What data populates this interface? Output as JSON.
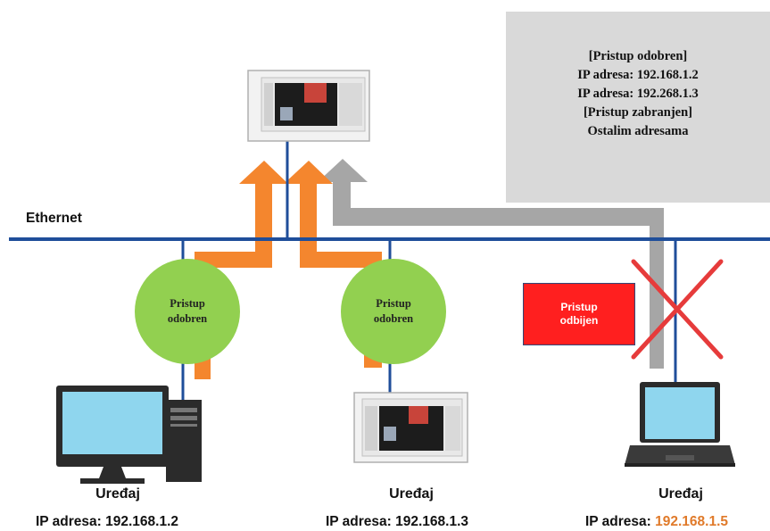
{
  "info_box": {
    "lines": [
      "[Pristup odobren]",
      "IP adresa: 192.168.1.2",
      "IP adresa: 192.268.1.3",
      "[Pristup zabranjen]",
      "Ostalim adresama"
    ]
  },
  "network": {
    "label": "Ethernet"
  },
  "colors": {
    "bus": "#1f4e9a",
    "allowed_arrow": "#f4862e",
    "denied_arrow": "#a6a6a6",
    "allowed_badge": "#92d050",
    "denied_badge": "#ff1f1f",
    "denied_cross": "#e63b3b"
  },
  "devices": [
    {
      "name": "Uređaj",
      "icon": "desktop-computer-icon",
      "ip_label": "IP adresa:",
      "ip_value": "192.168.1.2",
      "status_line1": "Pristup",
      "status_line2": "odobren"
    },
    {
      "name": "Uređaj",
      "icon": "plc-controller-icon",
      "ip_label": "IP adresa:",
      "ip_value": "192.168.1.3",
      "status_line1": "Pristup",
      "status_line2": "odobren"
    },
    {
      "name": "Uređaj",
      "icon": "laptop-icon",
      "ip_label": "IP adresa:",
      "ip_value": "192.168.1.5",
      "status_line1": "Pristup",
      "status_line2": "odbijen"
    }
  ],
  "target": {
    "icon": "plc-controller-icon"
  }
}
